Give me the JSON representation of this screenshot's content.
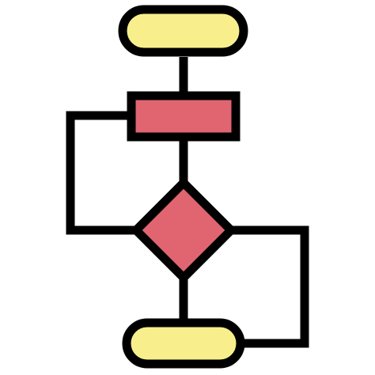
{
  "diagram": {
    "icon": "flowchart-icon",
    "colors": {
      "outline": "#000000",
      "terminal_fill": "#f8ef8c",
      "process_fill": "#e06570",
      "decision_fill": "#e06570",
      "background": "#ffffff"
    },
    "nodes": [
      {
        "id": "start",
        "shape": "terminal",
        "icon": "start-terminal-shape"
      },
      {
        "id": "process",
        "shape": "process",
        "icon": "process-rectangle-shape"
      },
      {
        "id": "decision",
        "shape": "decision",
        "icon": "decision-diamond-shape"
      },
      {
        "id": "end",
        "shape": "terminal",
        "icon": "end-terminal-shape"
      }
    ],
    "connectors": [
      {
        "from": "start",
        "to": "process"
      },
      {
        "from": "process",
        "to": "decision"
      },
      {
        "from": "decision",
        "to": "end"
      },
      {
        "from": "decision",
        "to": "process",
        "side": "left-loop"
      },
      {
        "from": "decision",
        "to": "end",
        "side": "right-loop"
      }
    ]
  }
}
